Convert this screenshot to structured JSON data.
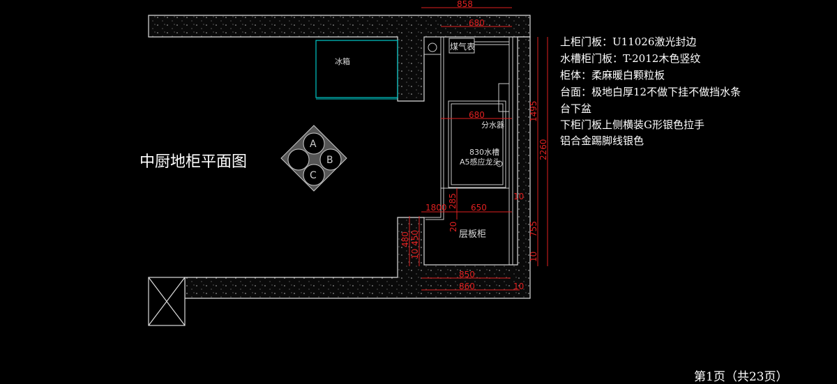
{
  "drawing": {
    "title": "中厨地柜平面图",
    "labels": {
      "fridge": "冰箱",
      "gas_meter": "煤气表",
      "water_divider": "分水器",
      "sink": "830水槽",
      "faucet": "A5感应龙头",
      "shelf_cabinet": "层板柜"
    },
    "compass": [
      "A",
      "B",
      "C"
    ],
    "dimensions": {
      "top_858": "858",
      "top_680": "680",
      "mid_680": "680",
      "v_1495": "1495",
      "v_2260": "2260",
      "v_755": "755",
      "v_10_bottom": "10",
      "d_1800": "1800",
      "d_285": "285",
      "d_650": "650",
      "d_10_right": "10",
      "d_20": "20",
      "d_480": "480",
      "d_10_450": "10 450",
      "d_850": "850",
      "d_860": "860",
      "d_10_bottom": "10"
    },
    "colors": {
      "wall": "#1a1a1a",
      "line": "#ffffff",
      "dim": "#e02020",
      "fridge": "#00c8c8"
    }
  },
  "notes": [
    "上柜门板：U11026激光封边",
    "水槽柜门板：T-2012木色竖纹",
    "柜体：柔麻暖白颗粒板",
    "台面：极地白厚12不做下挂不做挡水条",
    "台下盆",
    "下柜门板上侧横装G形银色拉手",
    "铝合金踢脚线银色"
  ],
  "footer": "第1页（共23页）"
}
